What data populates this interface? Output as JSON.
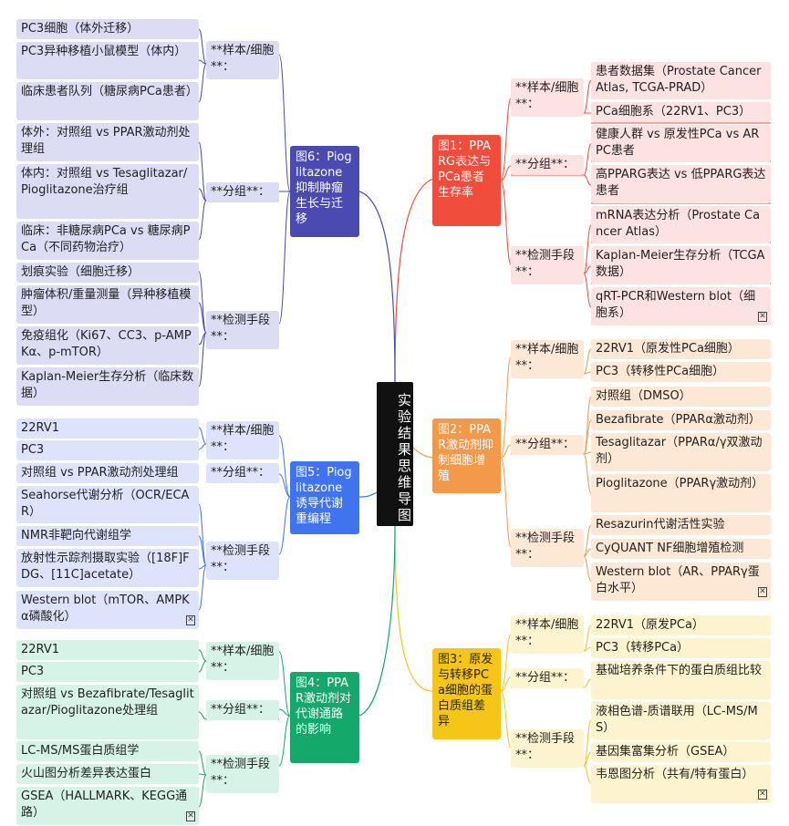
{
  "root": "实验结果思维导图",
  "fig6": {
    "title": "图6：Pioglitazone抑制肿瘤生长与迁移",
    "cat_sample": "**样本/细胞**：",
    "cat_group": "**分组**：",
    "cat_method": "**检测手段**：",
    "l1": "PC3细胞（体外迁移）",
    "l2": "PC3异种移植小鼠模型（体内）",
    "l3": "临床患者队列（糖尿病PCa患者）",
    "l4": "体外：对照组 vs PPAR激动剂处理组",
    "l5": "体内：对照组 vs Tesaglitazar/Pioglitazone治疗组",
    "l6": "临床：非糖尿病PCa vs 糖尿病PCa（不同药物治疗）",
    "l7": "划痕实验（细胞迁移）",
    "l8": "肿瘤体积/重量测量（异种移植模型）",
    "l9": "免疫组化（Ki67、CC3、p-AMPKα、p-mTOR）",
    "l10": "Kaplan-Meier生存分析（临床数据）"
  },
  "fig5": {
    "title": "图5：Pioglitazone诱导代谢重编程",
    "cat_sample": "**样本/细胞**：",
    "cat_group": "**分组**：",
    "cat_method": "**检测手段**：",
    "l1": "22RV1",
    "l2": "PC3",
    "l3": "对照组 vs PPAR激动剂处理组",
    "l4": "Seahorse代谢分析（OCR/ECAR）",
    "l5": "NMR非靶向代谢组学",
    "l6": "放射性示踪剂摄取实验（[18F]FDG、[11C]acetate）",
    "l7": "Western blot（mTOR、AMPKα磷酸化）"
  },
  "fig4": {
    "title": "图4：PPAR激动剂对代谢通路的影响",
    "cat_sample": "**样本/细胞**：",
    "cat_group": "**分组**：",
    "cat_method": "**检测手段**：",
    "l1": "22RV1",
    "l2": "PC3",
    "l3": "对照组 vs Bezafibrate/Tesaglitazar/Pioglitazone处理组",
    "l4": "LC-MS/MS蛋白质组学",
    "l5": "火山图分析差异表达蛋白",
    "l6": "GSEA（HALLMARK、KEGG通路）"
  },
  "fig1": {
    "title": "图1：PPARG表达与PCa患者生存率",
    "cat_sample": "**样本/细胞**：",
    "cat_group": "**分组**：",
    "cat_method": "**检测手段**：",
    "r1": "患者数据集（Prostate Cancer Atlas, TCGA-PRAD）",
    "r2": "PCa细胞系（22RV1、PC3）",
    "r3": "健康人群 vs 原发性PCa vs ARPC患者",
    "r4": "高PPARG表达 vs 低PPARG表达患者",
    "r5": "mRNA表达分析（Prostate Cancer Atlas）",
    "r6": "Kaplan-Meier生存分析（TCGA数据）",
    "r7": "qRT-PCR和Western blot（细胞系）"
  },
  "fig2": {
    "title": "图2：PPAR激动剂抑制细胞增殖",
    "cat_sample": "**样本/细胞**：",
    "cat_group": "**分组**：",
    "cat_method": "**检测手段**：",
    "r1": "22RV1（原发性PCa细胞）",
    "r2": "PC3（转移性PCa细胞）",
    "r3": "对照组（DMSO）",
    "r4": "Bezafibrate（PPARα激动剂）",
    "r5": "Tesaglitazar（PPARα/γ双激动剂）",
    "r6": "Pioglitazone（PPARγ激动剂）",
    "r7": "Resazurin代谢活性实验",
    "r8": "CyQUANT NF细胞增殖检测",
    "r9": "Western blot（AR、PPARγ蛋白水平）"
  },
  "fig3": {
    "title": "图3：原发与转移PCa细胞的蛋白质组差异",
    "cat_sample": "**样本/细胞**：",
    "cat_group": "**分组**：",
    "cat_method": "**检测手段**：",
    "r1": "22RV1（原发PCa）",
    "r2": "PC3（转移PCa）",
    "r3": "基础培养条件下的蛋白质组比较",
    "r4": "液相色谱-质谱联用（LC-MS/MS）",
    "r5": "基因集富集分析（GSEA）",
    "r6": "韦恩图分析（共有/特有蛋白）"
  },
  "note_icon": "note-icon",
  "colors": {
    "fig1": "#f04d3c",
    "fig2": "#f29a4a",
    "fig3": "#f5c518",
    "fig4": "#14a86a",
    "fig5": "#3f74ee",
    "fig6": "#4b4ab0",
    "root": "#111111"
  }
}
